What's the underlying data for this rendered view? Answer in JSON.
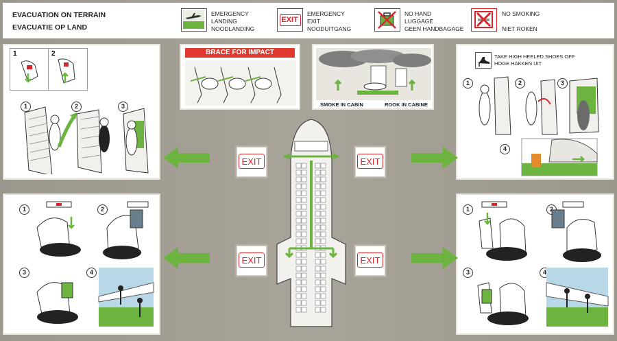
{
  "header": {
    "title_en": "EVACUATION ON TERRAIN",
    "title_nl": "EVACUATIE OP LAND",
    "items": [
      {
        "icon": "airplane-landing-icon",
        "label_en": "EMERGENCY LANDING",
        "label_nl": "NOODLANDING"
      },
      {
        "icon": "exit-sign-icon",
        "icon_text": "EXIT",
        "label_en": "EMERGENCY EXIT",
        "label_nl": "NOODUITGANG"
      },
      {
        "icon": "no-luggage-icon",
        "label_en": "NO HAND LUGGAGE",
        "label_nl": "GEEN HANDBAGAGE"
      },
      {
        "icon": "no-smoking-icon",
        "label_en": "NO SMOKING",
        "label_nl": "NIET ROKEN"
      }
    ]
  },
  "brace": {
    "label": "BRACE FOR IMPACT"
  },
  "smoke": {
    "label_en": "SMOKE IN CABIN",
    "label_nl": "ROOK IN CABINE"
  },
  "shoes": {
    "label_en": "TAKE HIGH HEELED SHOES OFF",
    "label_nl": "HOGE HAKKEN UIT"
  },
  "exit_label": "EXIT",
  "steps": {
    "top_left": [
      "1",
      "2",
      "3"
    ],
    "top_left_inset": [
      "1",
      "2"
    ],
    "top_right": [
      "1",
      "2",
      "3",
      "4"
    ],
    "bottom_left": [
      "1",
      "2",
      "3",
      "4"
    ],
    "bottom_right": [
      "1",
      "2",
      "3",
      "4"
    ]
  },
  "colors": {
    "accent_green": "#6cb33f",
    "exit_red": "#d8242c",
    "brace_red": "#e03a2f"
  }
}
